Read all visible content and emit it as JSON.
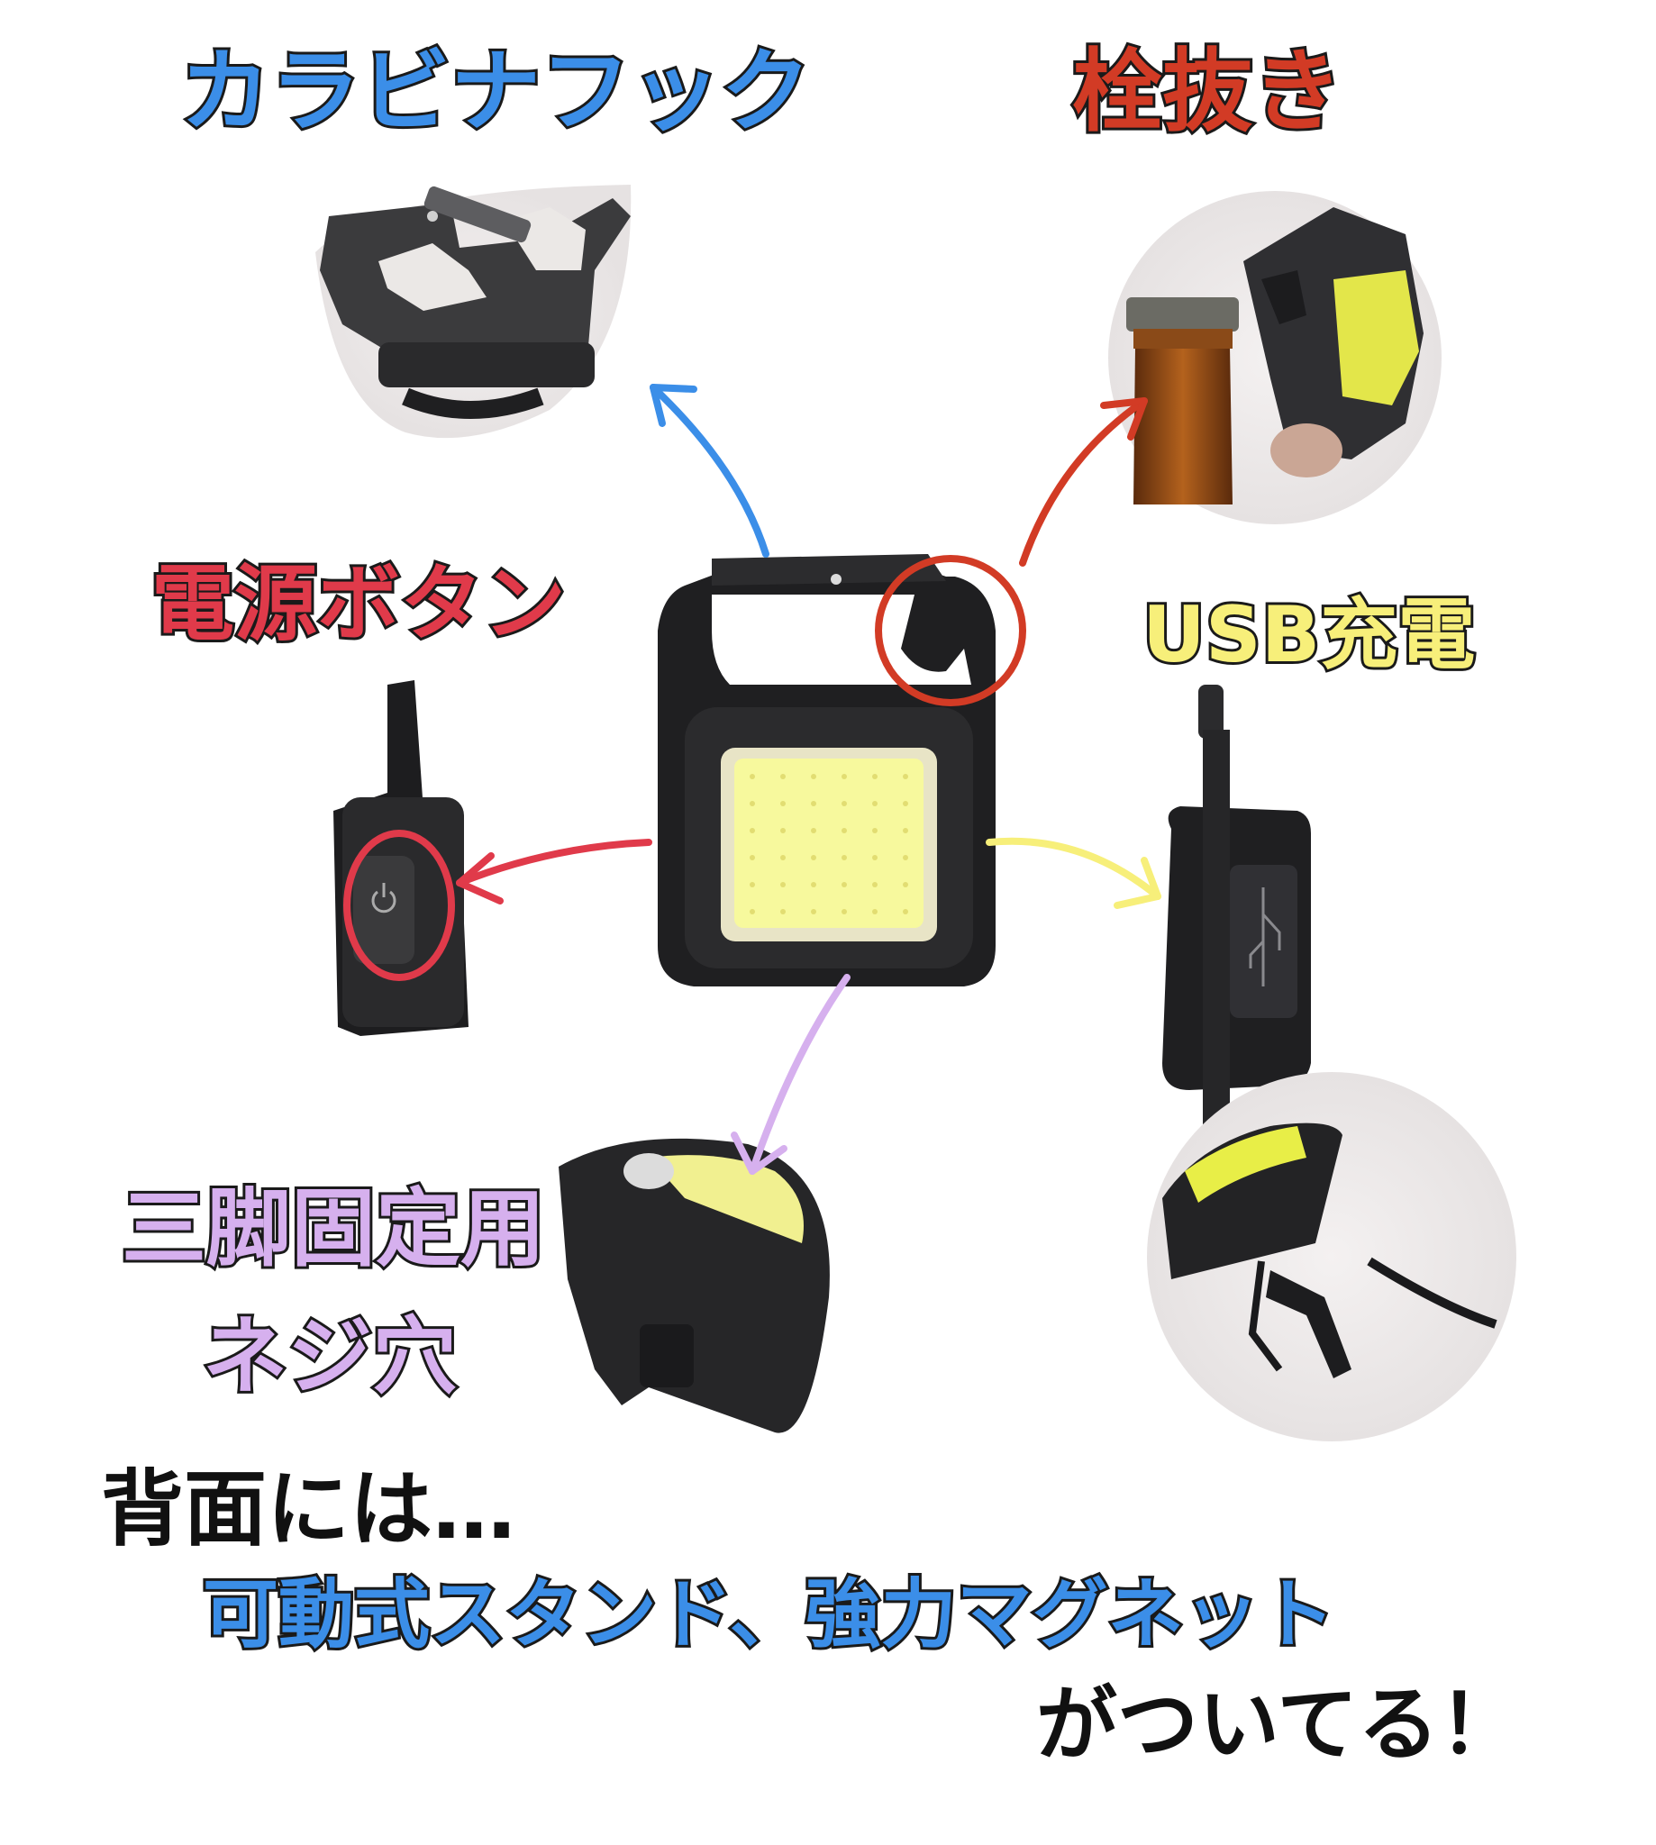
{
  "labels": {
    "carabiner": "カラビナフック",
    "opener": "栓抜き",
    "power": "電源ボタン",
    "usb": "USB充電",
    "tripod_line1": "三脚固定用",
    "tripod_line2": "ネジ穴",
    "back_intro": "背面には…",
    "back_features": "可動式スタンド、強力マグネット",
    "back_outro": "がついてる！"
  },
  "colors": {
    "carabiner": "#3b8ee8",
    "opener": "#d23b25",
    "power": "#e03a4a",
    "usb": "#f7ef7a",
    "tripod": "#d6b0ee",
    "back_features": "#3b8ee8",
    "dark_text": "#111111"
  },
  "icons": {
    "power": "power-icon",
    "usb": "usb-icon"
  }
}
